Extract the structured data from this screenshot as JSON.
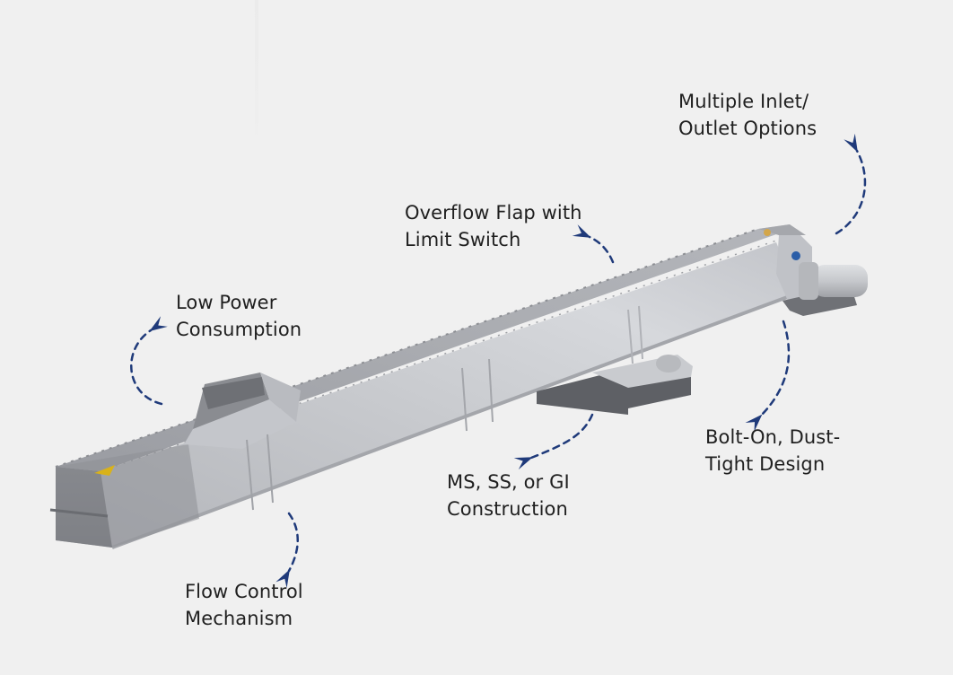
{
  "diagram": {
    "subject": "Drag chain conveyor",
    "background_color": "#f0f0f0",
    "arrow_color": "#1f3a7a",
    "text_color": "#1f1f1f",
    "callouts": [
      {
        "id": "multiple-inlet-outlet",
        "lines": [
          "Multiple Inlet/",
          "Outlet Options"
        ]
      },
      {
        "id": "overflow-flap",
        "lines": [
          "Overflow Flap with",
          "Limit Switch"
        ]
      },
      {
        "id": "low-power",
        "lines": [
          "Low Power",
          "Consumption"
        ]
      },
      {
        "id": "bolt-on",
        "lines": [
          "Bolt-On, Dust-",
          "Tight Design"
        ]
      },
      {
        "id": "construction",
        "lines": [
          "MS, SS, or GI",
          "Construction"
        ]
      },
      {
        "id": "flow-control",
        "lines": [
          "Flow Control",
          "Mechanism"
        ]
      }
    ]
  }
}
